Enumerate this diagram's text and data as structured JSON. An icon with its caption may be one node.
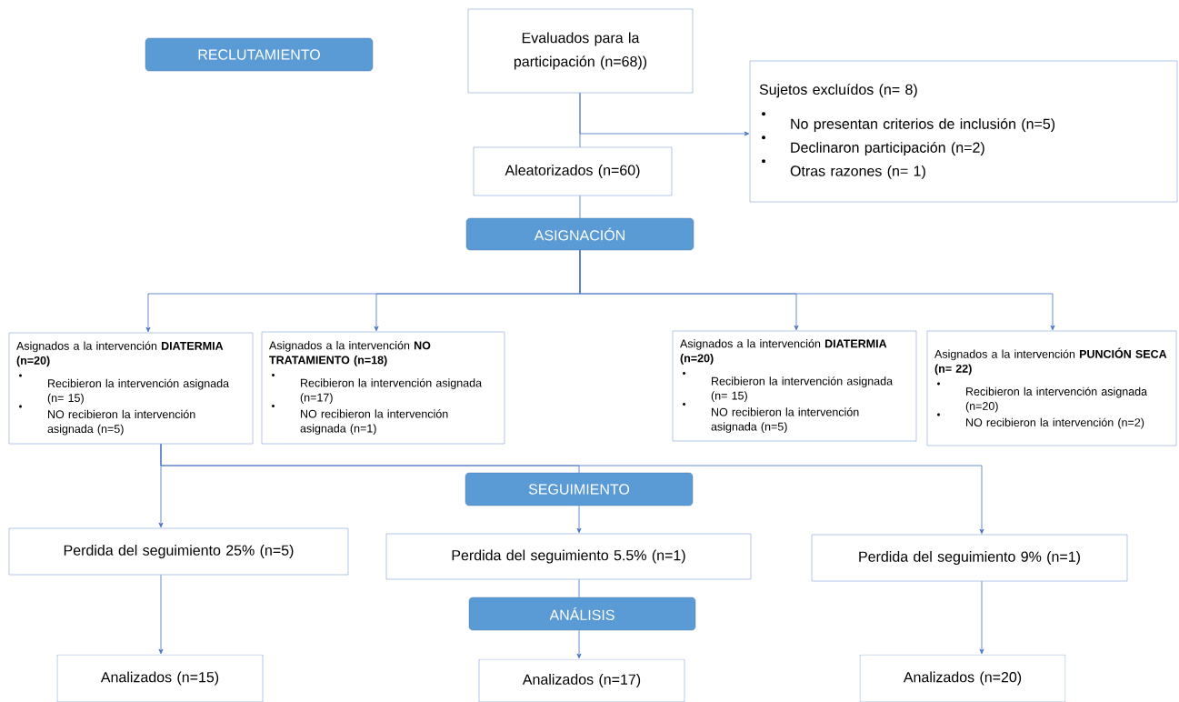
{
  "diagram": {
    "nodes": [
      {
        "text": [
          "RECLUTAMIENTO"
        ]
      },
      {
        "text": [
          "Evaluados para la participación (n=68))"
        ]
      },
      {
        "text": [
          "Sujetos excluídos (n= 8)",
          "No presentan criterios de inclusión (n=5)",
          "Declinaron participación (n=2)",
          "Otras razones (n= 1)"
        ]
      },
      {
        "text": [
          "Aleatorizados (n=60)"
        ]
      },
      {
        "text": [
          "ASIGNACIÓN"
        ]
      },
      {
        "text": [
          "Asignados a la intervención **DIATERMIA (n=20)**",
          "Recibieron la intervención asignada (n= 15)",
          "NO recibieron la intervención asignada (n=5)"
        ]
      },
      {
        "text": [
          "Asignados a la intervención **NO TRATAMIENTO (n=18)**",
          "Recibieron la intervención asignada (n=17)",
          "NO recibieron la intervención asignada (n=1)"
        ]
      },
      {
        "text": [
          "Asignados a la intervención **DIATERMIA (n=20)**",
          "Recibieron la intervención asignada (n= 15)",
          "NO recibieron la intervención asignada (n=5)"
        ]
      },
      {
        "text": [
          "Asignados a la intervención **PUNCIÓN SECA (n= 22)**",
          "Recibieron la intervención asignada (n=20)",
          "NO recibieron la intervención (n=2)"
        ]
      },
      {
        "text": [
          "SEGUIMIENTO"
        ]
      },
      {
        "text": [
          "Perdida del seguimiento 25% (n=5)"
        ]
      },
      {
        "text": [
          "Perdida del seguimiento 5.5% (n=1)"
        ]
      },
      {
        "text": [
          "Perdida del seguimiento 9% (n=1)"
        ]
      },
      {
        "text": [
          "ANÁLISIS"
        ]
      },
      {
        "text": [
          "Analizados (n=15)"
        ]
      },
      {
        "text": [
          "Analizados (n=17)"
        ]
      },
      {
        "text": [
          "Analizados (n=20)"
        ]
      }
    ],
    "edges": [
      {
        "from": 1,
        "to": 3,
        "arrow": "none"
      },
      {
        "from": 1,
        "to": 2,
        "arrow": "to"
      },
      {
        "from": 3,
        "to": 4,
        "arrow": "none"
      },
      {
        "from": 4,
        "to": 5,
        "arrow": "to"
      },
      {
        "from": 4,
        "to": 6,
        "arrow": "to"
      },
      {
        "from": 4,
        "to": 7,
        "arrow": "to"
      },
      {
        "from": 4,
        "to": 8,
        "arrow": "to"
      },
      {
        "from": 5,
        "to": 10,
        "arrow": "to"
      },
      {
        "from": 5,
        "to": 9,
        "arrow": "none"
      },
      {
        "from": 5,
        "to": 12,
        "arrow": "to"
      },
      {
        "from": 9,
        "to": 11,
        "arrow": "to"
      },
      {
        "from": 10,
        "to": 14,
        "arrow": "to"
      },
      {
        "from": 11,
        "to": 13,
        "arrow": "none"
      },
      {
        "from": 13,
        "to": 15,
        "arrow": "to"
      },
      {
        "from": 12,
        "to": 16,
        "arrow": "to"
      }
    ]
  }
}
